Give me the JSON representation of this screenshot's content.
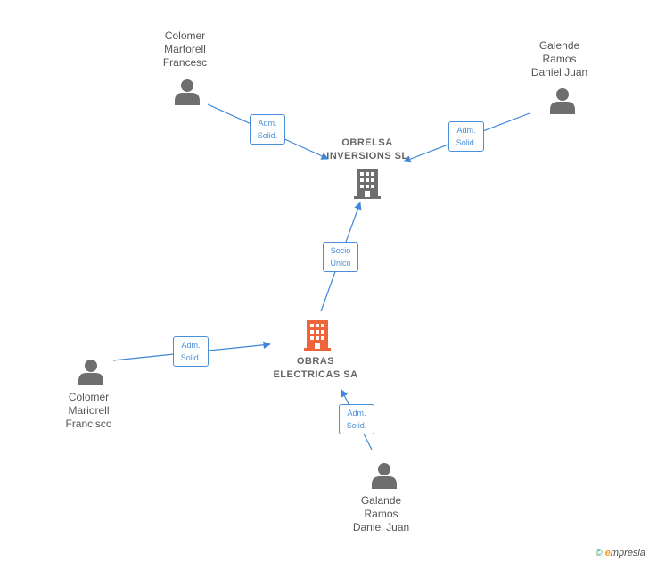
{
  "colors": {
    "edge": "#3f86d6",
    "person_icon": "#6e6e6e",
    "company_main": "#f0643a",
    "company_other": "#6e6e6e"
  },
  "nodes": {
    "colomer_francesc": {
      "lines": [
        "Colomer",
        "Martorell",
        "Francesc"
      ]
    },
    "galende_ramos": {
      "lines": [
        "Galende",
        "Ramos",
        "Daniel Juan"
      ]
    },
    "obrelsa": {
      "lines": [
        "OBRELSA",
        "INVERSIONS SL"
      ]
    },
    "obras_electricas": {
      "lines": [
        "OBRAS",
        "ELECTRICAS SA"
      ]
    },
    "colomer_francisco": {
      "lines": [
        "Colomer",
        "Mariorell",
        "Francisco"
      ]
    },
    "galande_ramos": {
      "lines": [
        "Galande",
        "Ramos",
        "Daniel Juan"
      ]
    }
  },
  "relations": {
    "r1": {
      "lines": [
        "Adm.",
        "Solid."
      ]
    },
    "r2": {
      "lines": [
        "Adm.",
        "Solid."
      ]
    },
    "r3": {
      "lines": [
        "Socio",
        "Único"
      ]
    },
    "r4": {
      "lines": [
        "Adm.",
        "Solid."
      ]
    },
    "r5": {
      "lines": [
        "Adm.",
        "Solid."
      ]
    }
  },
  "footer": {
    "copyright": "©",
    "brand_rest": "mpresia",
    "brand_e": "e"
  }
}
